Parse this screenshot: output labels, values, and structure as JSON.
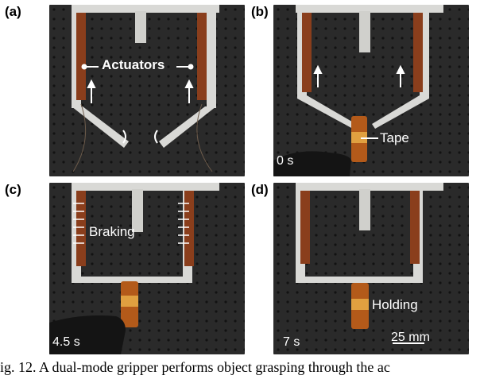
{
  "panels": [
    {
      "letter": "(a)",
      "label": "Actuators",
      "time": ""
    },
    {
      "letter": "(b)",
      "label": "Tape",
      "time": "0 s"
    },
    {
      "letter": "(c)",
      "label": "Braking",
      "time": "4.5 s"
    },
    {
      "letter": "(d)",
      "label": "Holding",
      "time": "7 s"
    }
  ],
  "scalebar": {
    "label": "25 mm"
  },
  "caption": "ig. 12.  A dual-mode gripper performs object grasping through the ac",
  "colors": {
    "background": "#2a2a2a",
    "frame": "#d9d9d6",
    "actuator": "#8a3e1c",
    "tape": "#b35a1a",
    "hand": "#141414"
  }
}
